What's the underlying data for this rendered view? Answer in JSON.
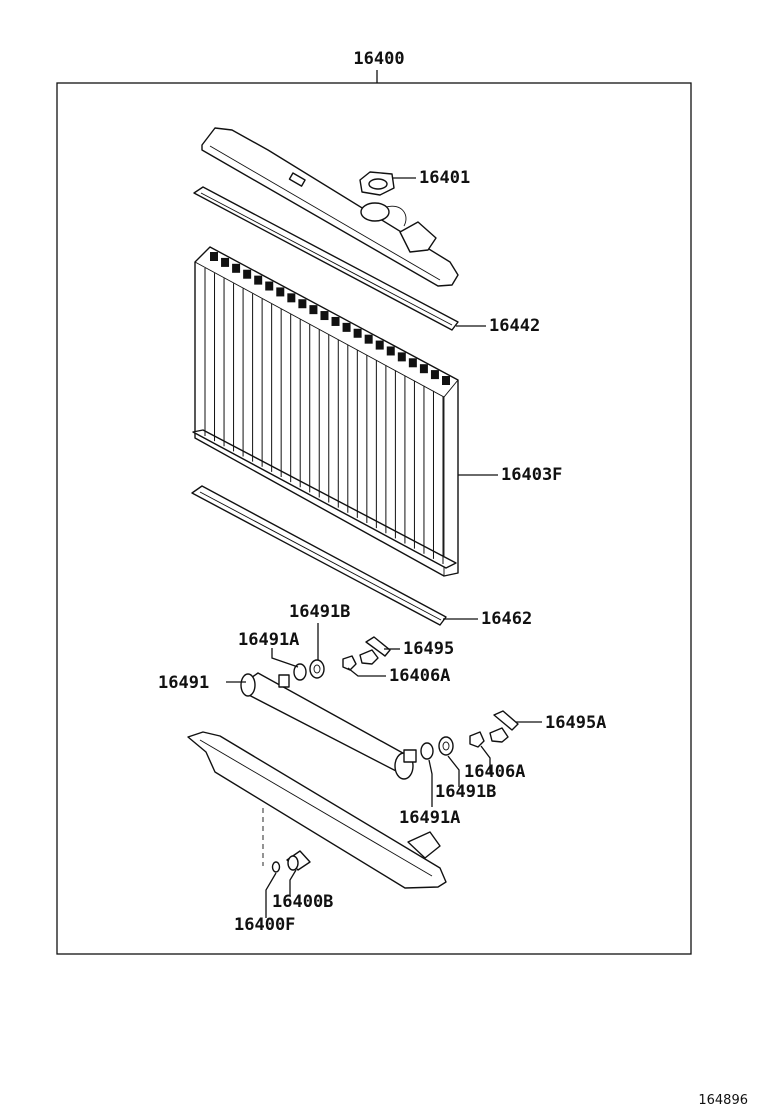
{
  "diagram": {
    "assembly_label": "16400",
    "part_labels": {
      "p16401": "16401",
      "p16442": "16442",
      "p16403F": "16403F",
      "p16462": "16462",
      "p16491B_top": "16491B",
      "p16491A_top": "16491A",
      "p16495": "16495",
      "p16491": "16491",
      "p16406A_top": "16406A",
      "p16495A": "16495A",
      "p16406A_bot": "16406A",
      "p16491B_bot": "16491B",
      "p16491A_bot": "16491A",
      "p16400B": "16400B",
      "p16400F": "16400F"
    },
    "figure_ref": "164896"
  }
}
